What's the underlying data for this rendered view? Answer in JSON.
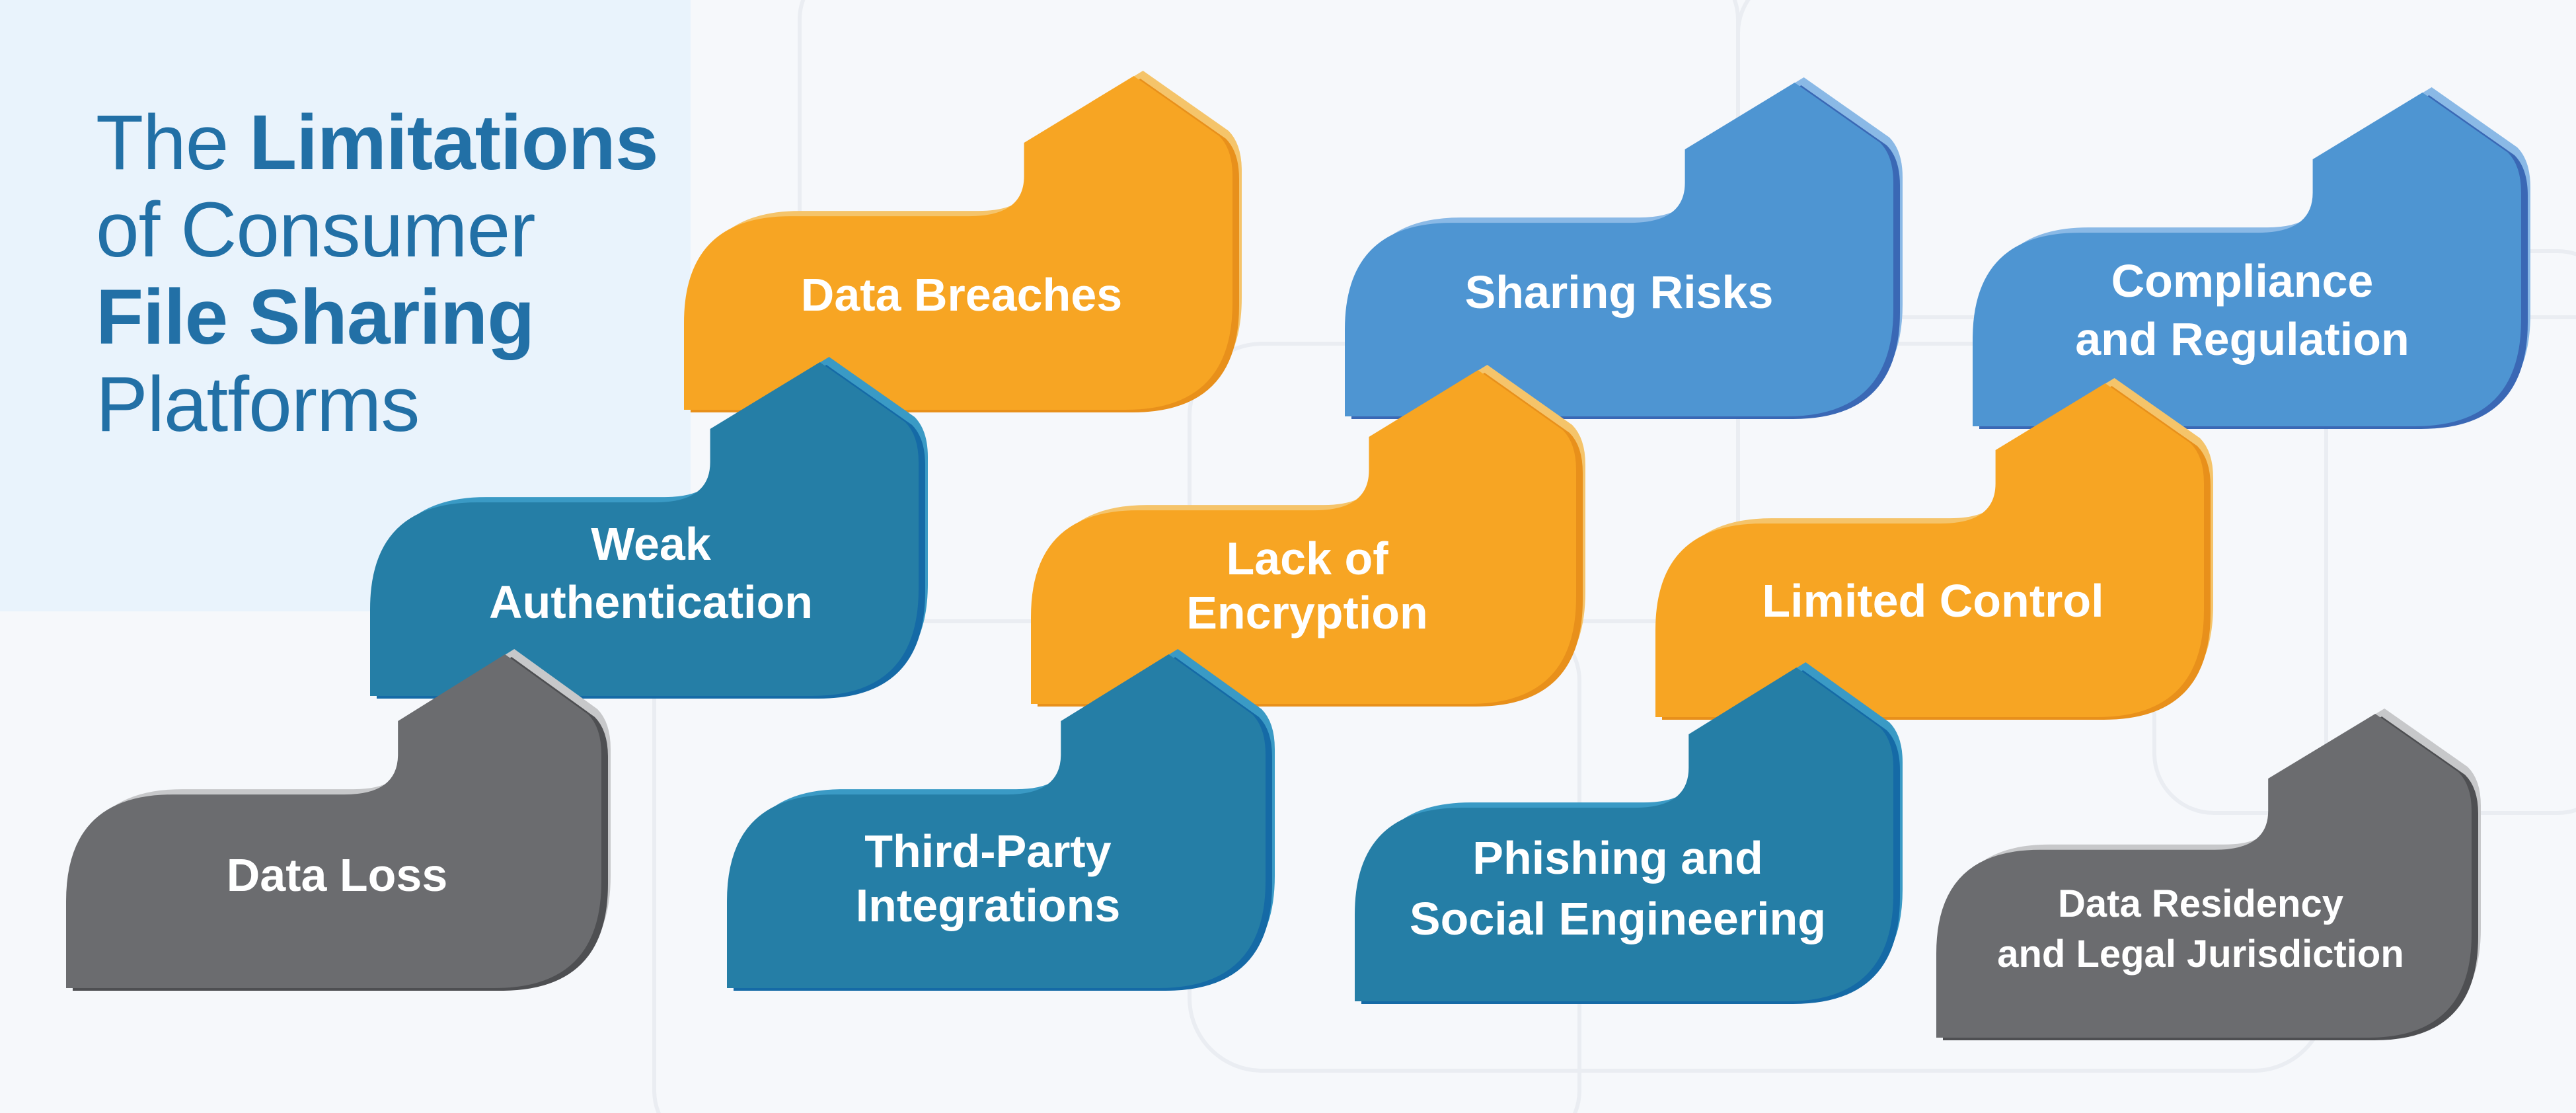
{
  "title": {
    "pre": "The ",
    "bold1": "Limitations",
    "line2": "of Consumer",
    "bold2": "File Sharing",
    "line4": "Platforms"
  },
  "colors": {
    "orange": "#f7a523",
    "orange_shadow": "#e8901b",
    "orange_light": "#f5c46a",
    "blue_light": "#4e95d2",
    "blue_light_shadow": "#3a68b5",
    "blue_light_edge": "#8ab9e6",
    "blue_dark": "#257ea6",
    "blue_dark_shadow": "#156aa6",
    "blue_dark_edge": "#3a9ac5",
    "gray": "#6b6c6f",
    "gray_shadow": "#4e4f52",
    "gray_edge": "#c7c8ca"
  },
  "items": [
    {
      "id": "data-breaches",
      "lines": [
        "Data Breaches"
      ],
      "color": "orange"
    },
    {
      "id": "weak-authentication",
      "lines": [
        "Weak",
        "Authentication"
      ],
      "color": "blue_dark"
    },
    {
      "id": "data-loss",
      "lines": [
        "Data Loss"
      ],
      "color": "gray"
    },
    {
      "id": "sharing-risks",
      "lines": [
        "Sharing Risks"
      ],
      "color": "blue_light"
    },
    {
      "id": "lack-of-encryption",
      "lines": [
        "Lack of",
        "Encryption"
      ],
      "color": "orange"
    },
    {
      "id": "third-party-integrations",
      "lines": [
        "Third-Party",
        "Integrations"
      ],
      "color": "blue_dark"
    },
    {
      "id": "compliance-and-regulation",
      "lines": [
        "Compliance",
        "and Regulation"
      ],
      "color": "blue_light"
    },
    {
      "id": "limited-control",
      "lines": [
        "Limited Control"
      ],
      "color": "orange"
    },
    {
      "id": "phishing-and-social-engineering",
      "lines": [
        "Phishing and",
        "Social Engineering"
      ],
      "color": "blue_dark"
    },
    {
      "id": "data-residency-and-legal-jurisdiction",
      "lines": [
        "Data Residency",
        "and Legal Jurisdiction"
      ],
      "color": "gray"
    }
  ]
}
